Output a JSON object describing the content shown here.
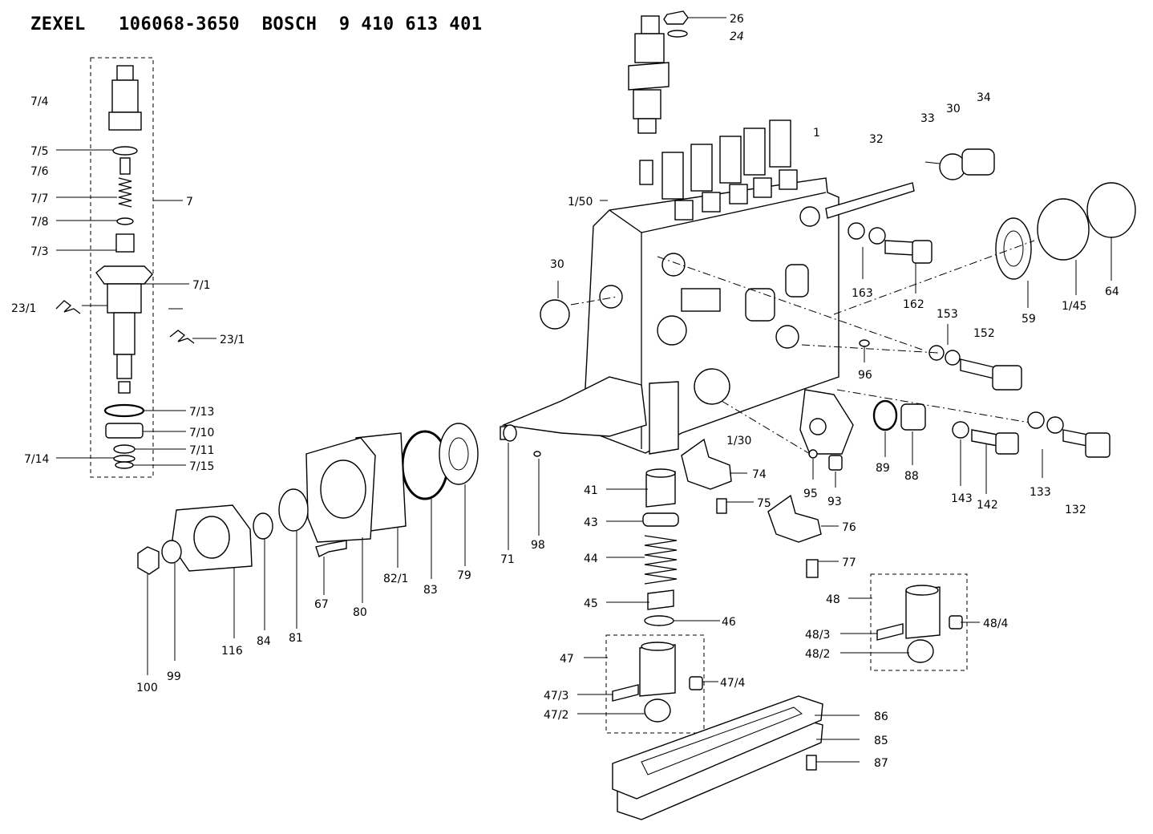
{
  "header": {
    "brand1": "ZEXEL",
    "part1": "106068-3650",
    "brand2": "BOSCH",
    "part2": "9 410 613 401"
  },
  "labels": {
    "l_7_4": "7/4",
    "l_7_5": "7/5",
    "l_7_6": "7/6",
    "l_7_7": "7/7",
    "l_7_8": "7/8",
    "l_7_3": "7/3",
    "l_7_1": "7/1",
    "l_7": "7",
    "l_23_1a": "23/1",
    "l_23_1b": "23/1",
    "l_7_13": "7/13",
    "l_7_10": "7/10",
    "l_7_11": "7/11",
    "l_7_14": "7/14",
    "l_7_15": "7/15",
    "l_26": "26",
    "l_24": "24",
    "l_1": "1",
    "l_32": "32",
    "l_33": "33",
    "l_30a": "30",
    "l_34": "34",
    "l_1_50": "1/50",
    "l_30b": "30",
    "l_163": "163",
    "l_162": "162",
    "l_59": "59",
    "l_1_45": "1/45",
    "l_64": "64",
    "l_153": "153",
    "l_152": "152",
    "l_96": "96",
    "l_1_30": "1/30",
    "l_74": "74",
    "l_75": "75",
    "l_41": "41",
    "l_43": "43",
    "l_44": "44",
    "l_45": "45",
    "l_46": "46",
    "l_47": "47",
    "l_47_4": "47/4",
    "l_47_3": "47/3",
    "l_47_2": "47/2",
    "l_76": "76",
    "l_77": "77",
    "l_95": "95",
    "l_93": "93",
    "l_89": "89",
    "l_88": "88",
    "l_143": "143",
    "l_142": "142",
    "l_133": "133",
    "l_132": "132",
    "l_48": "48",
    "l_48_3": "48/3",
    "l_48_2": "48/2",
    "l_48_4": "48/4",
    "l_86": "86",
    "l_85": "85",
    "l_87": "87",
    "l_71": "71",
    "l_98": "98",
    "l_79": "79",
    "l_83": "83",
    "l_82_1": "82/1",
    "l_80": "80",
    "l_67": "67",
    "l_81": "81",
    "l_84": "84",
    "l_116": "116",
    "l_99": "99",
    "l_100": "100"
  }
}
